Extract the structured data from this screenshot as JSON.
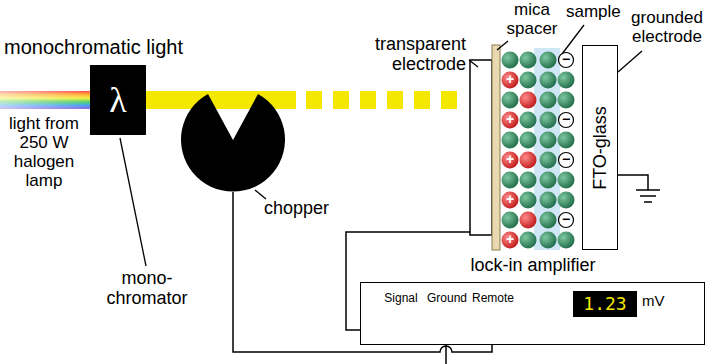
{
  "diagram": {
    "nodes": [
      {
        "text": [
          "λ"
        ]
      },
      {
        "text": [
          "FTO-glass"
        ]
      },
      {
        "text": [
          "lock-in amplifier",
          "Signal",
          "Ground",
          "Remote"
        ]
      },
      {
        "text": [
          "1.23"
        ],
        "in": 2
      }
    ],
    "labels": [
      "monochromatic light",
      "light from 250 W halogen lamp",
      "mono- chromator",
      "chopper",
      "transparent electrode",
      "mica spacer",
      "sample",
      "grounded electrode",
      "mV",
      "+",
      "+",
      "+",
      "+",
      "+",
      "−",
      "−",
      "−",
      "−"
    ]
  }
}
